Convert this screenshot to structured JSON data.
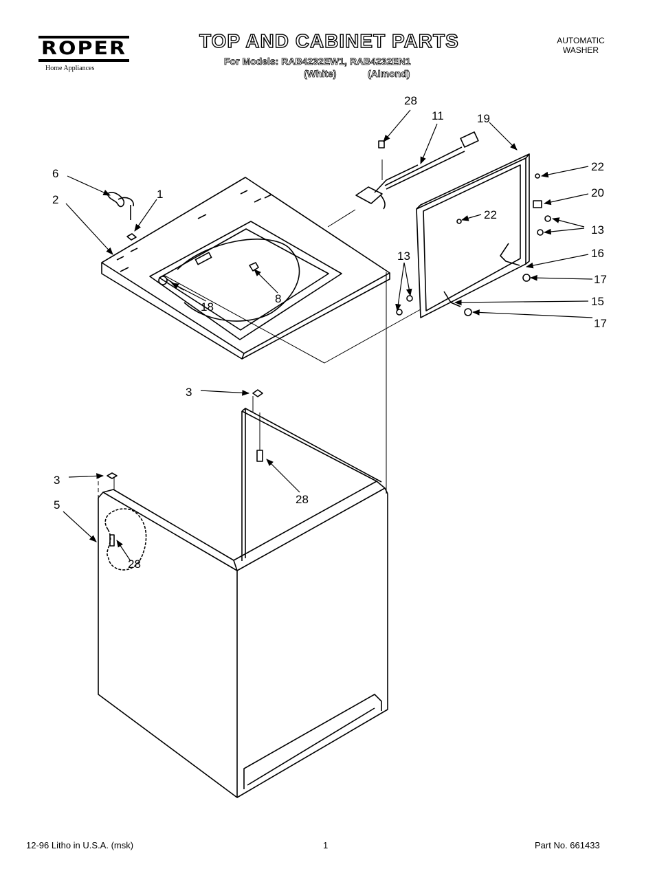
{
  "header": {
    "logo_text": "ROPER",
    "logo_tagline": "Home Appliances",
    "title": "TOP AND CABINET PARTS",
    "models_line": "For Models: RAB4232EW1, RAB4232EN1",
    "variant_white": "(White)",
    "variant_almond": "(Almond)",
    "product_line1": "AUTOMATIC",
    "product_line2": "WASHER"
  },
  "callouts": {
    "c28_top": "28",
    "c11": "11",
    "c19": "19",
    "c22_a": "22",
    "c20": "20",
    "c22_b": "22",
    "c13_right": "13",
    "c16": "16",
    "c17_a": "17",
    "c15": "15",
    "c17_b": "17",
    "c13_left": "13",
    "c6": "6",
    "c1": "1",
    "c2": "2",
    "c18": "18",
    "c8": "8",
    "c3_a": "3",
    "c28_mid": "28",
    "c3_b": "3",
    "c5": "5",
    "c28_low": "28"
  },
  "footer": {
    "litho": "12-96 Litho in U.S.A. (msk)",
    "page": "1",
    "part_no": "Part No. 661433"
  }
}
